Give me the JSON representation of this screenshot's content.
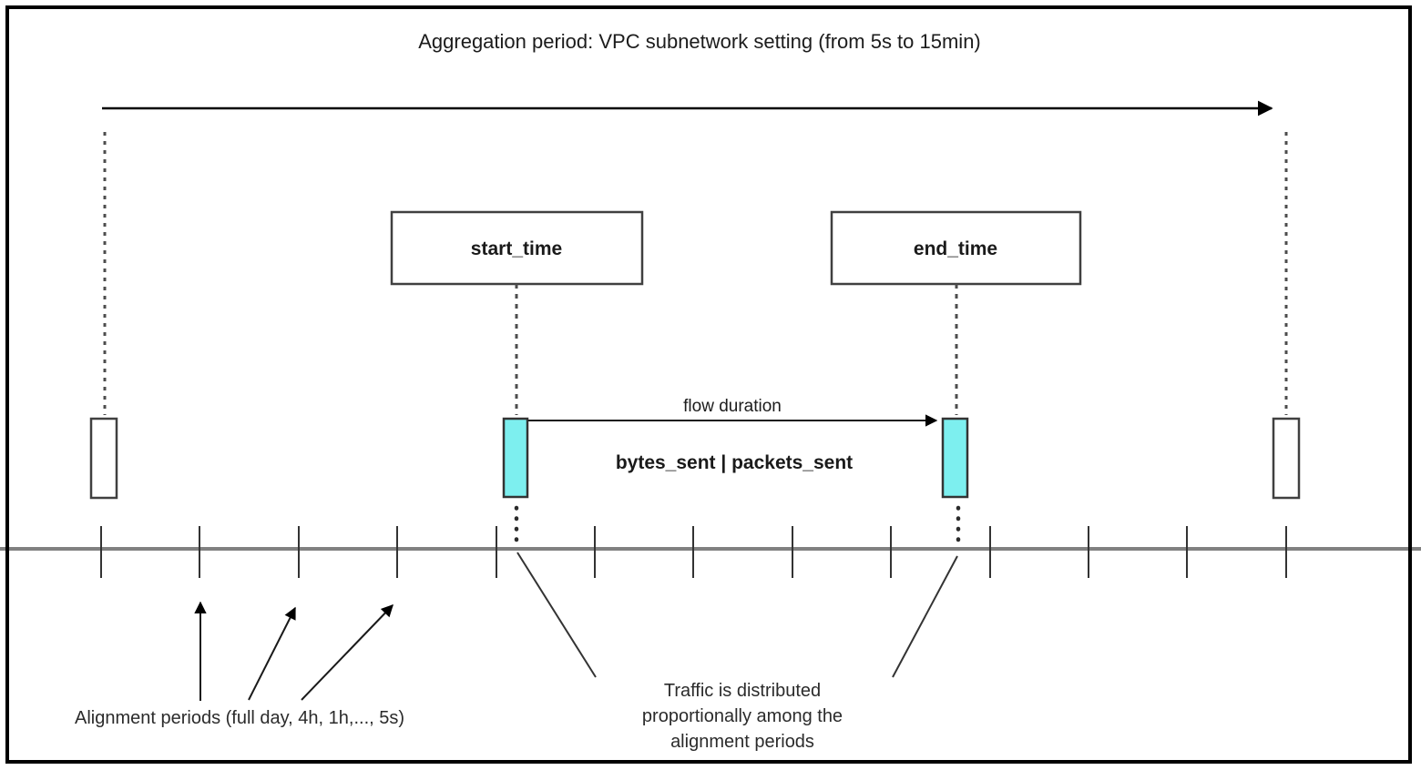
{
  "diagram": {
    "title": "Aggregation period: VPC subnetwork setting (from 5s to 15min)",
    "boxes": {
      "start": "start_time",
      "end": "end_time"
    },
    "flow": {
      "duration_label": "flow duration",
      "metrics_label": "bytes_sent | packets_sent"
    },
    "annotations": {
      "alignment_periods": "Alignment periods (full day, 4h, 1h,..., 5s)",
      "traffic_note": [
        "Traffic is distributed",
        "proportionally among the",
        "alignment periods"
      ]
    },
    "colors": {
      "flow_marker_fill": "#7DEFEF",
      "timeline": "#808080",
      "stroke": "#333333",
      "border": "#000000"
    }
  }
}
